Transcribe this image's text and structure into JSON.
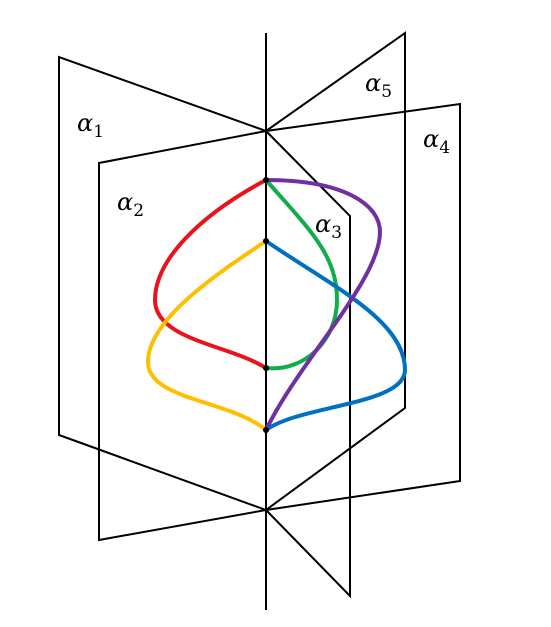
{
  "planes": [
    {
      "id": "a1",
      "symbol": "α",
      "index": "1"
    },
    {
      "id": "a2",
      "symbol": "α",
      "index": "2"
    },
    {
      "id": "a3",
      "symbol": "α",
      "index": "3"
    },
    {
      "id": "a4",
      "symbol": "α",
      "index": "4"
    },
    {
      "id": "a5",
      "symbol": "α",
      "index": "5"
    }
  ],
  "colors": {
    "red": "#e8131b",
    "green": "#12ad4b",
    "yellow": "#ffbf00",
    "blue": "#0070c0",
    "purple": "#7030a0",
    "line": "#000000"
  }
}
